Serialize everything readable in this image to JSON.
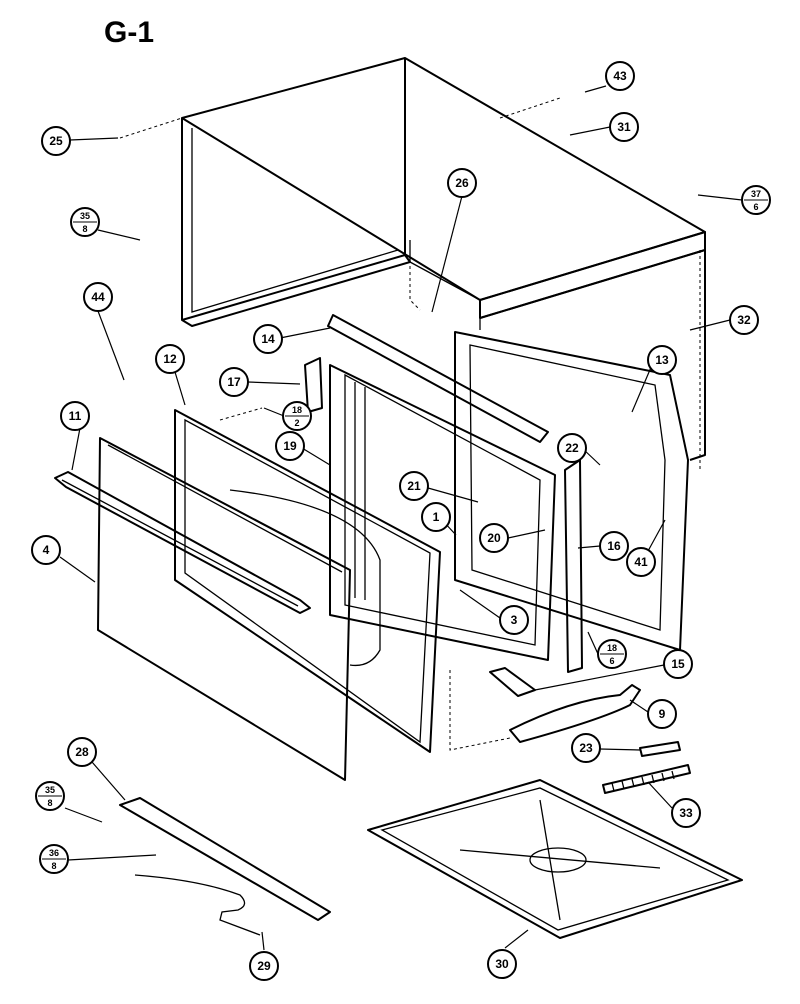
{
  "diagram": {
    "title": "G-1",
    "callouts": [
      {
        "id": "43",
        "label": "43"
      },
      {
        "id": "31",
        "label": "31"
      },
      {
        "id": "25",
        "label": "25"
      },
      {
        "id": "26",
        "label": "26"
      },
      {
        "id": "37",
        "label": "37",
        "sub": "6"
      },
      {
        "id": "35a",
        "label": "35",
        "sub": "8"
      },
      {
        "id": "44",
        "label": "44"
      },
      {
        "id": "32",
        "label": "32"
      },
      {
        "id": "14",
        "label": "14"
      },
      {
        "id": "12",
        "label": "12"
      },
      {
        "id": "17",
        "label": "17"
      },
      {
        "id": "13",
        "label": "13"
      },
      {
        "id": "11",
        "label": "11"
      },
      {
        "id": "18a",
        "label": "18",
        "sub": "2"
      },
      {
        "id": "19",
        "label": "19"
      },
      {
        "id": "22",
        "label": "22"
      },
      {
        "id": "21",
        "label": "21"
      },
      {
        "id": "1",
        "label": "1"
      },
      {
        "id": "20",
        "label": "20"
      },
      {
        "id": "16",
        "label": "16"
      },
      {
        "id": "41",
        "label": "41"
      },
      {
        "id": "4",
        "label": "4"
      },
      {
        "id": "3",
        "label": "3"
      },
      {
        "id": "18b",
        "label": "18",
        "sub": "6"
      },
      {
        "id": "15",
        "label": "15"
      },
      {
        "id": "9",
        "label": "9"
      },
      {
        "id": "23",
        "label": "23"
      },
      {
        "id": "28",
        "label": "28"
      },
      {
        "id": "35b",
        "label": "35",
        "sub": "8"
      },
      {
        "id": "33",
        "label": "33"
      },
      {
        "id": "36",
        "label": "36",
        "sub": "8"
      },
      {
        "id": "29",
        "label": "29"
      },
      {
        "id": "30",
        "label": "30"
      }
    ]
  }
}
